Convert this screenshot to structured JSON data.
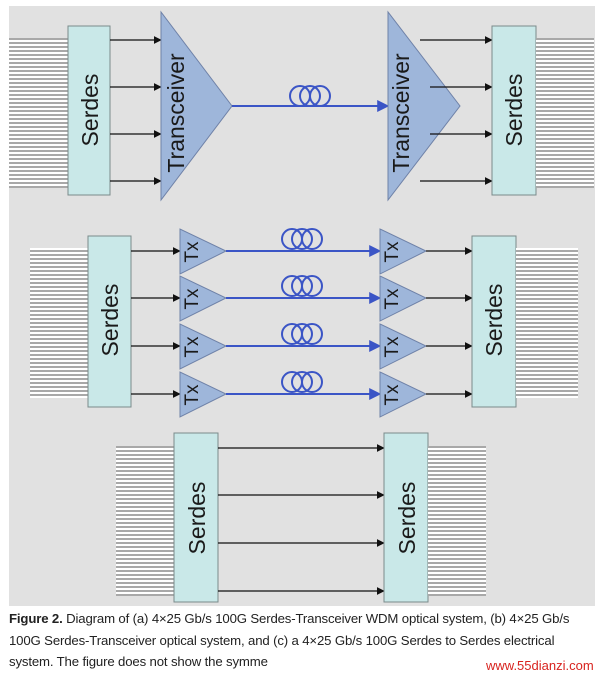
{
  "diagram_a": {
    "left_box": "Serdes",
    "left_triangle": "Transceiver",
    "right_triangle": "Transceiver",
    "right_box": "Serdes"
  },
  "diagram_b": {
    "left_box": "Serdes",
    "tx_labels_left": [
      "Tx",
      "Tx",
      "Tx",
      "Tx"
    ],
    "tx_labels_right": [
      "Tx",
      "Tx",
      "Tx",
      "Tx"
    ],
    "right_box": "Serdes"
  },
  "diagram_c": {
    "left_box": "Serdes",
    "right_box": "Serdes"
  },
  "colors": {
    "box_fill": "#c9e8e8",
    "triangle_fill": "#9eb6da",
    "fiber": "#3b55c6",
    "wire": "#111111"
  },
  "caption": {
    "label": "Figure 2.",
    "text": " Diagram of (a) 4×25 Gb/s 100G Serdes-Transceiver WDM optical system, (b) 4×25 Gb/s 100G Serdes-Transceiver optical system, and (c) a 4×25 Gb/s 100G Serdes to Serdes electrical system. The figure does not show the symme"
  },
  "watermark": "www.55dianzi.com"
}
